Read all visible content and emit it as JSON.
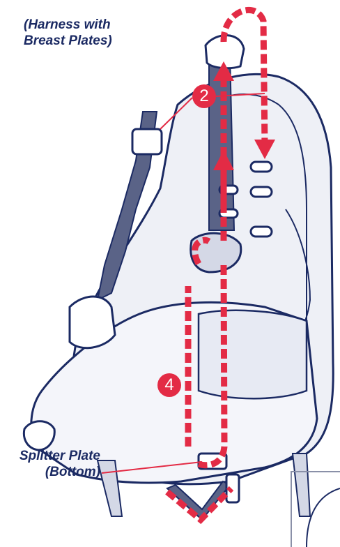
{
  "labels": {
    "harness_line1": "(Harness with",
    "harness_line2": "Breast Plates)",
    "splitter_line1": "Splitter Plate",
    "splitter_line2": "(Bottom)"
  },
  "callouts": {
    "step_a": "2",
    "step_b": "4"
  },
  "colors": {
    "ink": "#1b2a63",
    "route": "#e32b45",
    "seat_fill": "#eef0f6"
  }
}
